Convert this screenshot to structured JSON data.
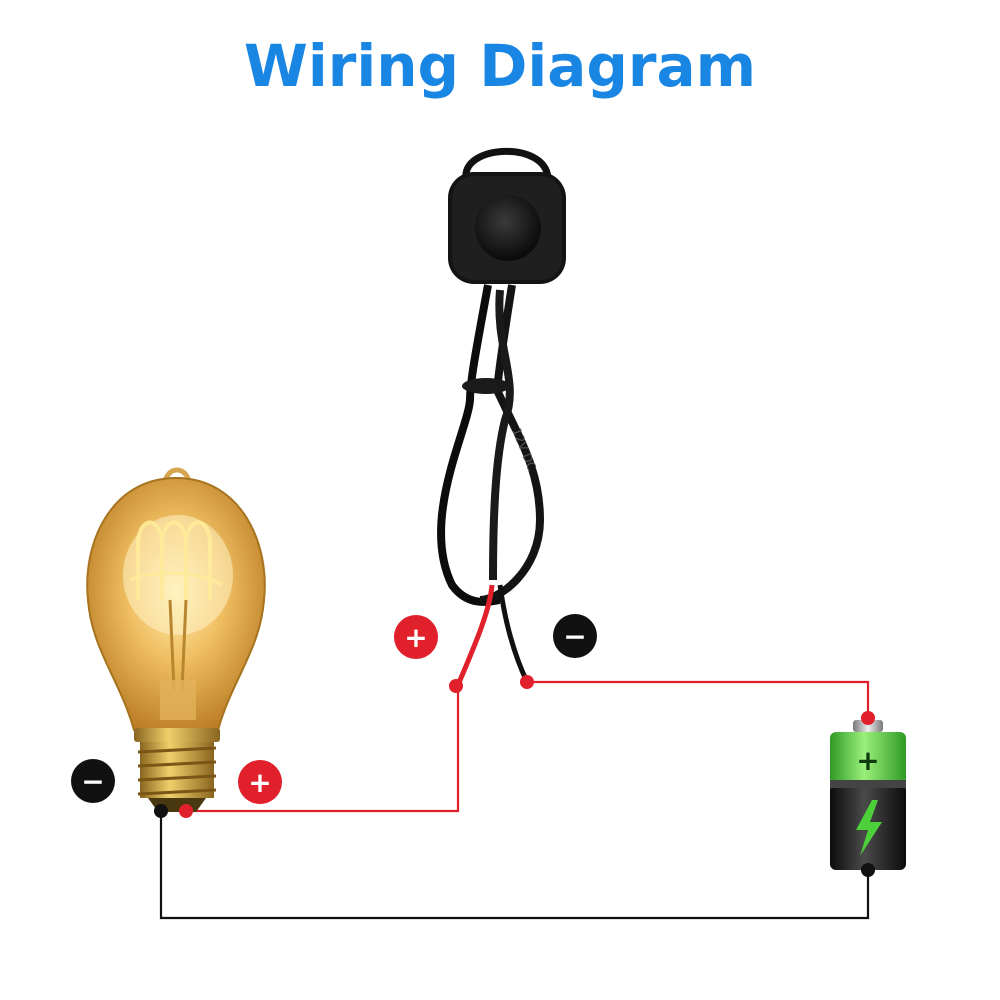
{
  "title": "Wiring Diagram",
  "signs": {
    "switch_positive": "+",
    "switch_negative": "−",
    "bulb_negative": "−",
    "bulb_positive": "+",
    "battery_positive": "+"
  },
  "switch_label": "12V DC",
  "colors": {
    "title": "#1a86e4",
    "positive_wire": "#e0202a",
    "negative_wire": "#111111",
    "battery_green": "#4dd13a",
    "bulb_amber": "#e8a43a",
    "bulb_base": "#c99a32"
  },
  "components": {
    "bulb": "edison-bulb",
    "switch": "push-button-switch",
    "battery": "battery"
  }
}
